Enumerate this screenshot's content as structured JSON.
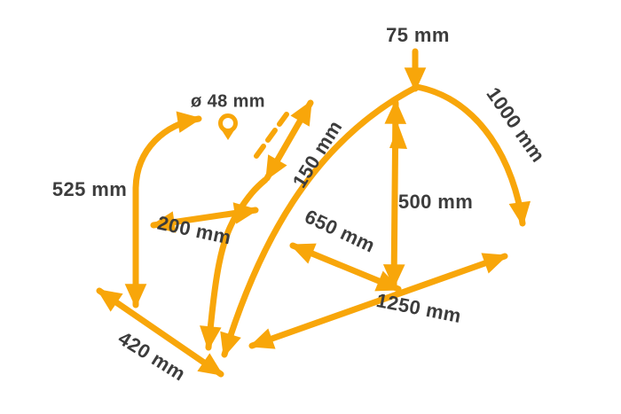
{
  "diagram": {
    "unit": "mm",
    "labels": {
      "top_offset": "75 mm",
      "arc_length": "1000 mm",
      "tube_diameter": "ø 48 mm",
      "left_height": "525 mm",
      "gap": "200 mm",
      "tube_spacing": "150 mm",
      "diagonal": "650 mm",
      "center_height": "500 mm",
      "base_length": "1250 mm",
      "base_depth": "420 mm"
    },
    "colors": {
      "arrow": "#F8A60A",
      "text": "#3C3C3C"
    }
  }
}
